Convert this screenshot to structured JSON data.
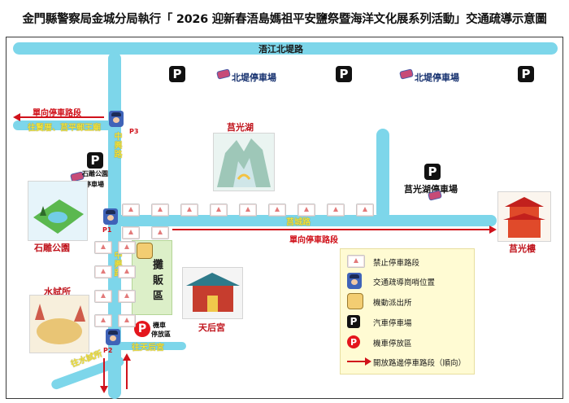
{
  "title": "金門縣警察局金城分局執行「 2026 迎新春浯島媽祖平安鹽祭暨海洋文化展系列活動」交通疏導示意圖",
  "roads": {
    "north": "浯江北堤路",
    "jiancheng": "莒城路",
    "westbound": "往賢厝、莒平郵王廟",
    "zhongxing_vertical": "中興路",
    "south_vertical": "中興路",
    "to_shuishi": "往水試所",
    "to_tianhou": "往天后宮"
  },
  "direction_labels": {
    "west_one_way": "單向停車路段",
    "east_one_way": "單向停車路段"
  },
  "parking": {
    "north_left": "北堤停車場",
    "north_right": "北堤停車場",
    "shidiao_line1": "石雕公園",
    "shidiao_line2": "停車場",
    "juguang": "莒光湖停車場",
    "moto_line1": "機車",
    "moto_line2": "停放區"
  },
  "icon_letters": {
    "car_parking": "P",
    "moto_parking": "P"
  },
  "posts": {
    "p1": "P1",
    "p2": "P2",
    "p3": "P3"
  },
  "places": {
    "lake": "莒光湖",
    "sculpture_park": "石雕公園",
    "fishery": "水試所",
    "temple": "天后宮",
    "tower": "莒光樓"
  },
  "vendor_area": "攤販區",
  "legend": [
    {
      "icon": "no-parking-sign-icon",
      "label": "禁止停車路段"
    },
    {
      "icon": "traffic-officer-icon",
      "label": "交通疏導崗哨位置"
    },
    {
      "icon": "police-badge-icon",
      "label": "機動派出所"
    },
    {
      "icon": "car-parking-icon",
      "label": "汽車停車場"
    },
    {
      "icon": "scooter-parking-icon",
      "label": "機車停放區"
    },
    {
      "icon": "red-arrow-icon",
      "label": "開放路邊停車路段（順向）"
    }
  ],
  "colors": {
    "road": "#7dd6ea",
    "arrow": "#d0121b",
    "vendor": "#dcefc8",
    "legend_bg": "#fffbd3"
  }
}
